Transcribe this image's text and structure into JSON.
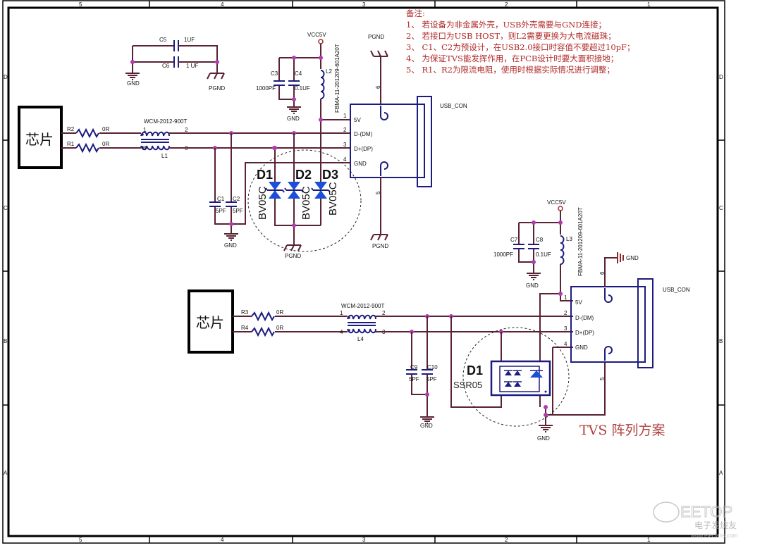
{
  "frame": {
    "columns": [
      "5",
      "4",
      "3",
      "2",
      "1"
    ],
    "rows": [
      "D",
      "C",
      "B",
      "A"
    ]
  },
  "notes": {
    "title": "备注:",
    "lines": [
      "1、 若设备为非金属外壳，USB外壳需要与GND连接；",
      "2、 若接口为USB HOST，则L2需要更换为大电流磁珠；",
      "3、 C1、C2为预设计，在USB2.0接口时容值不要超过10pF；",
      "4、 为保证TVS能发挥作用，在PCB设计时要大面积接地；",
      "5、 R1、R2为限流电阻，使用时根据实际情况进行调整；"
    ]
  },
  "top_circuit": {
    "chip": "芯片",
    "r2": {
      "ref": "R2",
      "value": "0R"
    },
    "r1": {
      "ref": "R1",
      "value": "0R"
    },
    "l1": {
      "ref": "L1",
      "part": "WCM-2012-900T",
      "pins": [
        "1",
        "2",
        "4",
        "3"
      ]
    },
    "c5": {
      "ref": "C5",
      "value": "1UF"
    },
    "c6": {
      "ref": "C6",
      "value": "1 UF"
    },
    "c3": {
      "ref": "C3",
      "value": "1000PF"
    },
    "c4": {
      "ref": "C4",
      "value": "0.1UF"
    },
    "c1": {
      "ref": "C1",
      "value": "5PF"
    },
    "c2": {
      "ref": "C2",
      "value": "5PF"
    },
    "l2": {
      "ref": "L2",
      "part": "FBMA-11-201209-601A20T"
    },
    "vcc": "VCC5V",
    "gnd": "GND",
    "pgnd": "PGND",
    "diodes": [
      {
        "ref": "D1",
        "part": "BV05C"
      },
      {
        "ref": "D2",
        "part": "BV05C"
      },
      {
        "ref": "D3",
        "part": "BV05C"
      }
    ],
    "connector": {
      "ref": "USB_CON",
      "pins": [
        {
          "num": "1",
          "name": "5V"
        },
        {
          "num": "2",
          "name": "D-(DM)"
        },
        {
          "num": "3",
          "name": "D+(DP)"
        },
        {
          "num": "4",
          "name": "GND"
        }
      ],
      "shell_pins": [
        "6",
        "5"
      ]
    }
  },
  "bottom_circuit": {
    "chip": "芯片",
    "r3": {
      "ref": "R3",
      "value": "0R"
    },
    "r4": {
      "ref": "R4",
      "value": "0R"
    },
    "l4": {
      "ref": "L4",
      "part": "WCM-2012-900T",
      "pins": [
        "1",
        "2",
        "4",
        "3"
      ]
    },
    "c7": {
      "ref": "C7",
      "value": "1000PF"
    },
    "c8": {
      "ref": "C8",
      "value": "0.1UF"
    },
    "c9": {
      "ref": "C9",
      "value": "5PF"
    },
    "c10": {
      "ref": "C10",
      "value": "5PF"
    },
    "l3": {
      "ref": "L3",
      "part": "FBMA-11-201209-601A20T"
    },
    "vcc": "VCC5V",
    "gnd": "GND",
    "d1": {
      "ref": "D1",
      "part": "SSR05"
    },
    "connector": {
      "ref": "USB_CON",
      "pins": [
        {
          "num": "1",
          "name": "5V"
        },
        {
          "num": "2",
          "name": "D-(DM)"
        },
        {
          "num": "3",
          "name": "D+(DP)"
        },
        {
          "num": "4",
          "name": "GND"
        }
      ],
      "shell_pins": [
        "6",
        "5"
      ]
    },
    "caption": "TVS  阵列方案"
  },
  "watermark": {
    "logo": "EETOP",
    "sub": "电子发烧友",
    "url": "www.elecfans.com"
  },
  "colors": {
    "wire": "#5a2233",
    "component": "#1c1c80",
    "junction": "#b03cb0",
    "note": "#b02828"
  }
}
